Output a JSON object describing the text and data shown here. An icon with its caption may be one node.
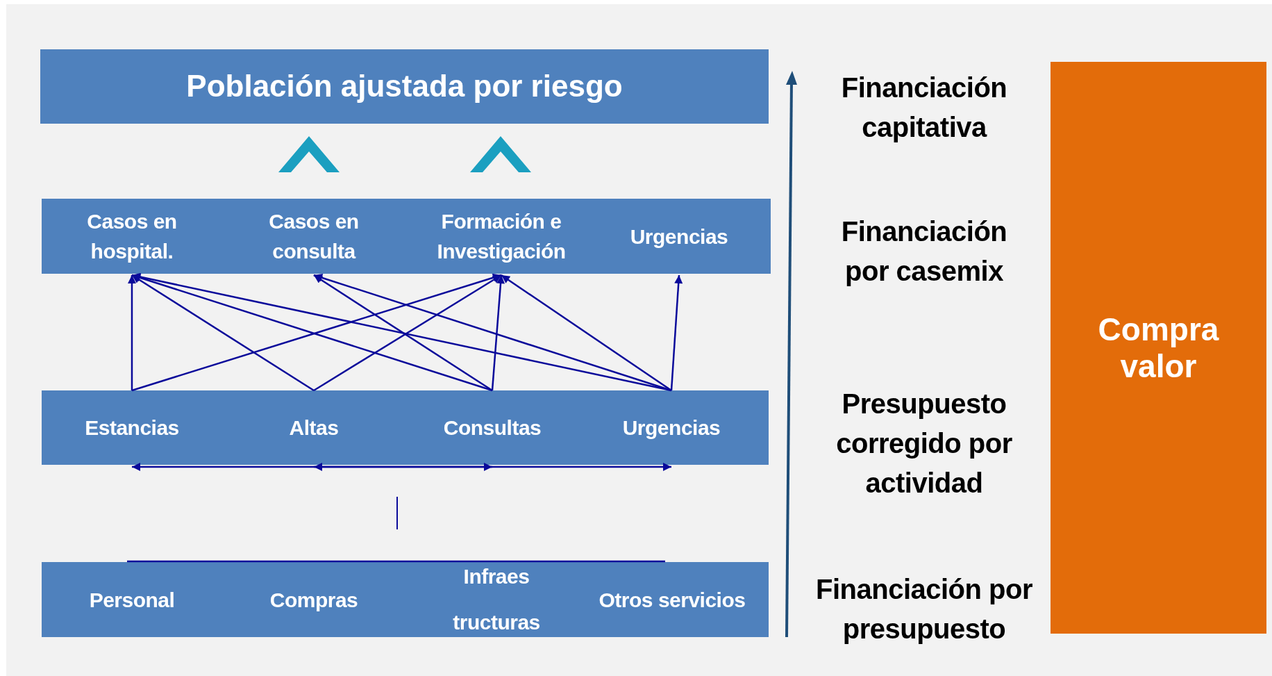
{
  "diagram": {
    "nodes": [
      {
        "text": [
          "Población ajustada por riesgo"
        ]
      },
      {
        "text": [],
        "shape": "box"
      },
      {
        "text": [
          "Casos en hospital."
        ],
        "in": 1
      },
      {
        "text": [
          "Casos en consulta"
        ],
        "in": 1
      },
      {
        "text": [
          "Formación e Investigación"
        ],
        "in": 1
      },
      {
        "text": [
          "Urgencias"
        ],
        "in": 1
      },
      {
        "text": [],
        "shape": "box"
      },
      {
        "text": [
          "Estancias"
        ],
        "in": 6
      },
      {
        "text": [
          "Altas"
        ],
        "in": 6
      },
      {
        "text": [
          "Consultas"
        ],
        "in": 6
      },
      {
        "text": [
          "Urgencias"
        ],
        "in": 6
      },
      {
        "text": [],
        "shape": "box"
      },
      {
        "text": [
          "Personal"
        ],
        "in": 11
      },
      {
        "text": [
          "Compras"
        ],
        "in": 11
      },
      {
        "text": [
          "Infraes tructuras"
        ],
        "in": 11
      },
      {
        "text": [
          "Otros servicios"
        ],
        "in": 11
      },
      {
        "text": [
          "Compra valor"
        ]
      }
    ],
    "edges": [
      {
        "from": 7,
        "to": 2,
        "arrow": "to"
      },
      {
        "from": 7,
        "to": 4,
        "arrow": "to"
      },
      {
        "from": 8,
        "to": 2,
        "arrow": "to"
      },
      {
        "from": 8,
        "to": 4,
        "arrow": "to"
      },
      {
        "from": 9,
        "to": 2,
        "arrow": "to"
      },
      {
        "from": 9,
        "to": 3,
        "arrow": "to"
      },
      {
        "from": 9,
        "to": 4,
        "arrow": "to"
      },
      {
        "from": 10,
        "to": 2,
        "arrow": "to"
      },
      {
        "from": 10,
        "to": 3,
        "arrow": "to"
      },
      {
        "from": 10,
        "to": 4,
        "arrow": "to"
      },
      {
        "from": 10,
        "to": 5,
        "arrow": "to"
      },
      {
        "from": null,
        "to": 7,
        "arrow": "to"
      },
      {
        "from": null,
        "to": 8,
        "arrow": "to"
      },
      {
        "from": null,
        "to": 9,
        "arrow": "to"
      },
      {
        "from": null,
        "to": 10,
        "arrow": "to"
      }
    ],
    "labels": [
      "Financiación capitativa",
      "Financiación por casemix",
      "Presupuesto corregido por actividad",
      "Financiación por presupuesto"
    ]
  }
}
